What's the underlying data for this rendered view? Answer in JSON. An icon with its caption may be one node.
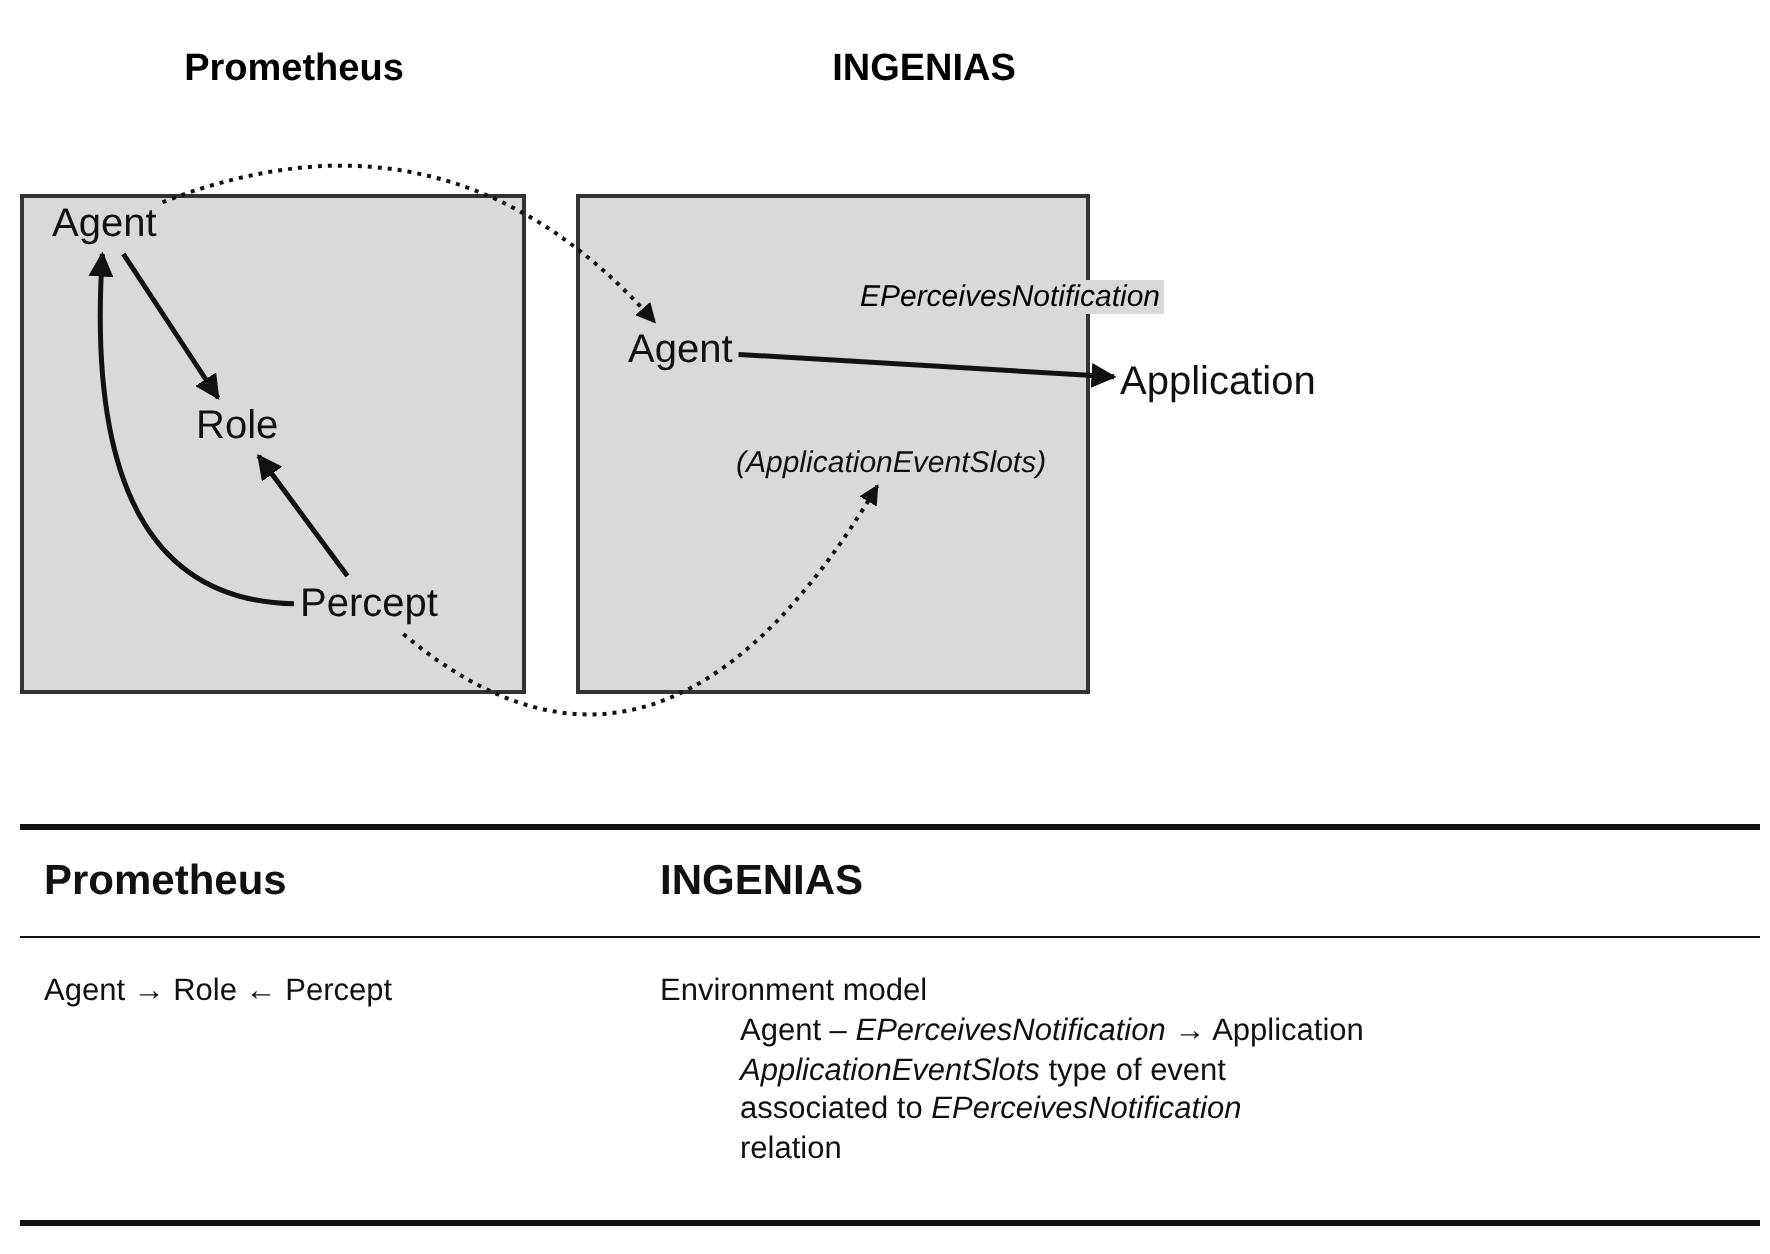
{
  "diagram": {
    "nodes": [
      {
        "text": [
          "Prometheus"
        ]
      },
      {
        "text": [
          "Agent"
        ],
        "in": 0
      },
      {
        "text": [
          "Role"
        ],
        "in": 0
      },
      {
        "text": [
          "Percept"
        ],
        "in": 0
      },
      {
        "text": [
          "INGENIAS"
        ]
      },
      {
        "text": [
          "Agent"
        ],
        "in": 4
      },
      {
        "text": [
          "Application"
        ]
      },
      {
        "text": [
          "(ApplicationEventSlots)"
        ],
        "in": 4
      }
    ],
    "edges": [
      {
        "from": 1,
        "to": 2,
        "arrow": "to"
      },
      {
        "from": 3,
        "to": 2,
        "arrow": "to"
      },
      {
        "from": 3,
        "to": 1,
        "arrow": "to"
      },
      {
        "from": 1,
        "to": 5,
        "arrow": "to",
        "style": "dashed"
      },
      {
        "from": 5,
        "to": 6,
        "arrow": "to",
        "label": "EPerceivesNotification"
      },
      {
        "from": 3,
        "to": 7,
        "arrow": "to",
        "style": "dashed"
      }
    ],
    "labels": [
      "Prometheus",
      "INGENIAS",
      "Agent → Role ← Percept",
      "Environment model",
      "Agent – *EPerceivesNotification* → Application",
      "*ApplicationEventSlots* type of event associated to *EPerceivesNotification* relation"
    ]
  }
}
